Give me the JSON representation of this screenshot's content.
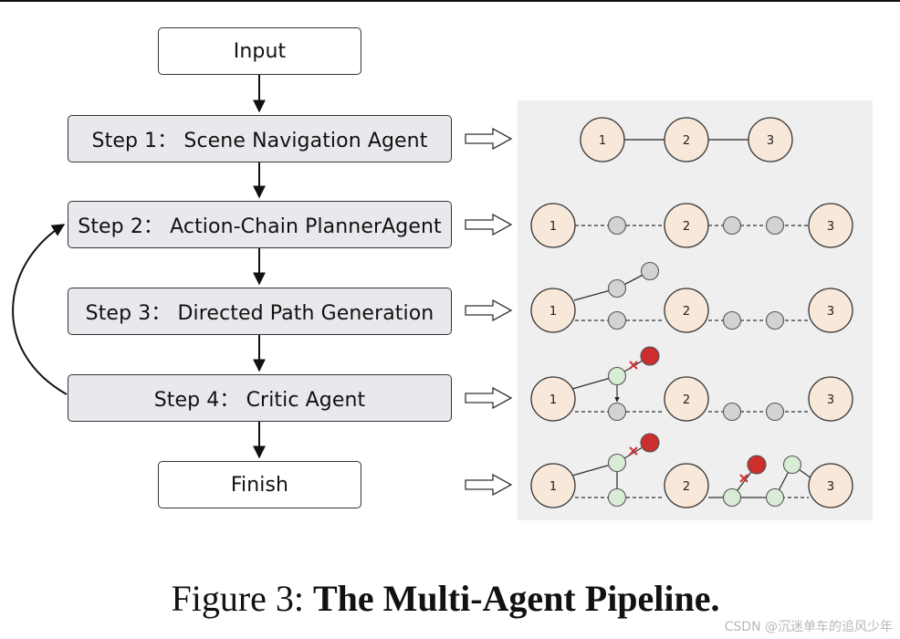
{
  "pipeline": {
    "input_label": "Input",
    "step1_label": "Step 1： Scene Navigation Agent",
    "step2_label": "Step 2： Action-Chain PlannerAgent",
    "step3_label": "Step 3： Directed Path Generation",
    "step4_label": "Step 4： Critic Agent",
    "finish_label": "Finish"
  },
  "graph": {
    "node_labels": [
      "1",
      "2",
      "3"
    ],
    "colors": {
      "main_node": "#f8e8da",
      "pending_node": "#d3d3d3",
      "verified_node": "#d9ecd5",
      "rejected_node": "#cc2e2e",
      "reject_mark": "#cc3333",
      "panel_bg": "#efefef"
    }
  },
  "caption": {
    "prefix": "Figure 3: ",
    "title": "The Multi-Agent Pipeline."
  },
  "watermark": "CSDN @沉迷单车的追风少年"
}
